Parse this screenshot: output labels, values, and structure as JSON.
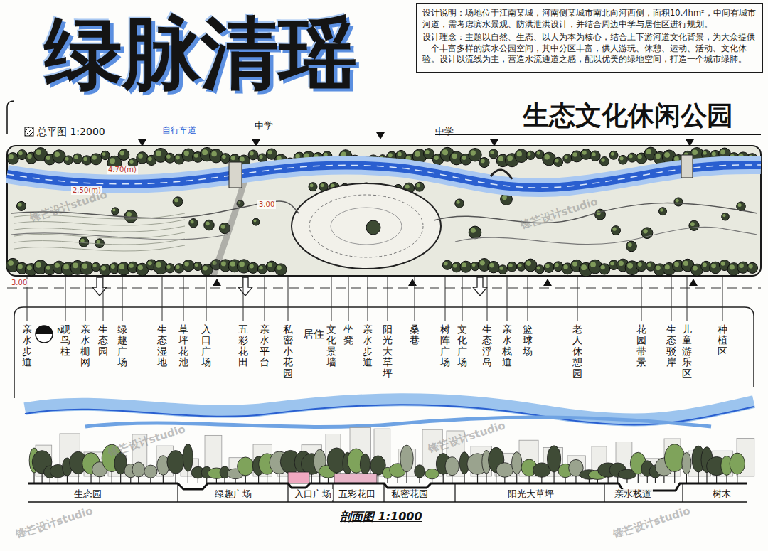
{
  "diagram": {
    "title": "绿脉清瑶",
    "nodes": [
      {
        "text": [
          "设计说明：场地位于江南某城，河南侧某城市南北向河西侧，面积10.4hm²，中间有城市河道，需考虑滨水景观、防洪泄洪设计，并结合周边中学与居住区进行规划。",
          "设计理念：主题以自然、生态、以人为本为核心，结合上下游河道文化背景，为大众提供一个丰富多样的滨水公园空间，其中分区丰富，供人游玩、休憩、运动、活动、文化体验。设计以流线为主，营造水流通道之感，配以优美的绿地空间，打造一个城市绿肺。"
        ]
      }
    ],
    "labels": [
      "生态文化休闲公园",
      "总平图 1:2000",
      "自行车道",
      "中学",
      "中学",
      "4.70(m)",
      "2.50(m)",
      "3.00",
      "3.00",
      "N",
      "亲水步道",
      "观鸟柱",
      "亲水栅网",
      "生态园",
      "绿趣广场",
      "生态湿地",
      "草坪花池",
      "入口广场",
      "五彩花田",
      "亲水平台",
      "私密小花园",
      "居住",
      "文化景墙",
      "坐凳",
      "亲水步道",
      "阳光大草坪",
      "桑巷",
      "树阵广场",
      "文化广场",
      "生态浮岛",
      "亲水栈道",
      "篮球场",
      "老人休憩园",
      "花园带景",
      "生态驳岸",
      "儿童游乐区",
      "种植区",
      "生态园",
      "绿趣广场",
      "入口广场",
      "五彩花田",
      "私密花园",
      "阳光大草坪",
      "亲水栈道",
      "树木",
      "剖面图 1:1000",
      "锋芒设计studio",
      "锋芒设计studio",
      "锋芒设计studio",
      "锋芒设计studio",
      "锋芒设计studio",
      "锋芒设计studio"
    ]
  }
}
